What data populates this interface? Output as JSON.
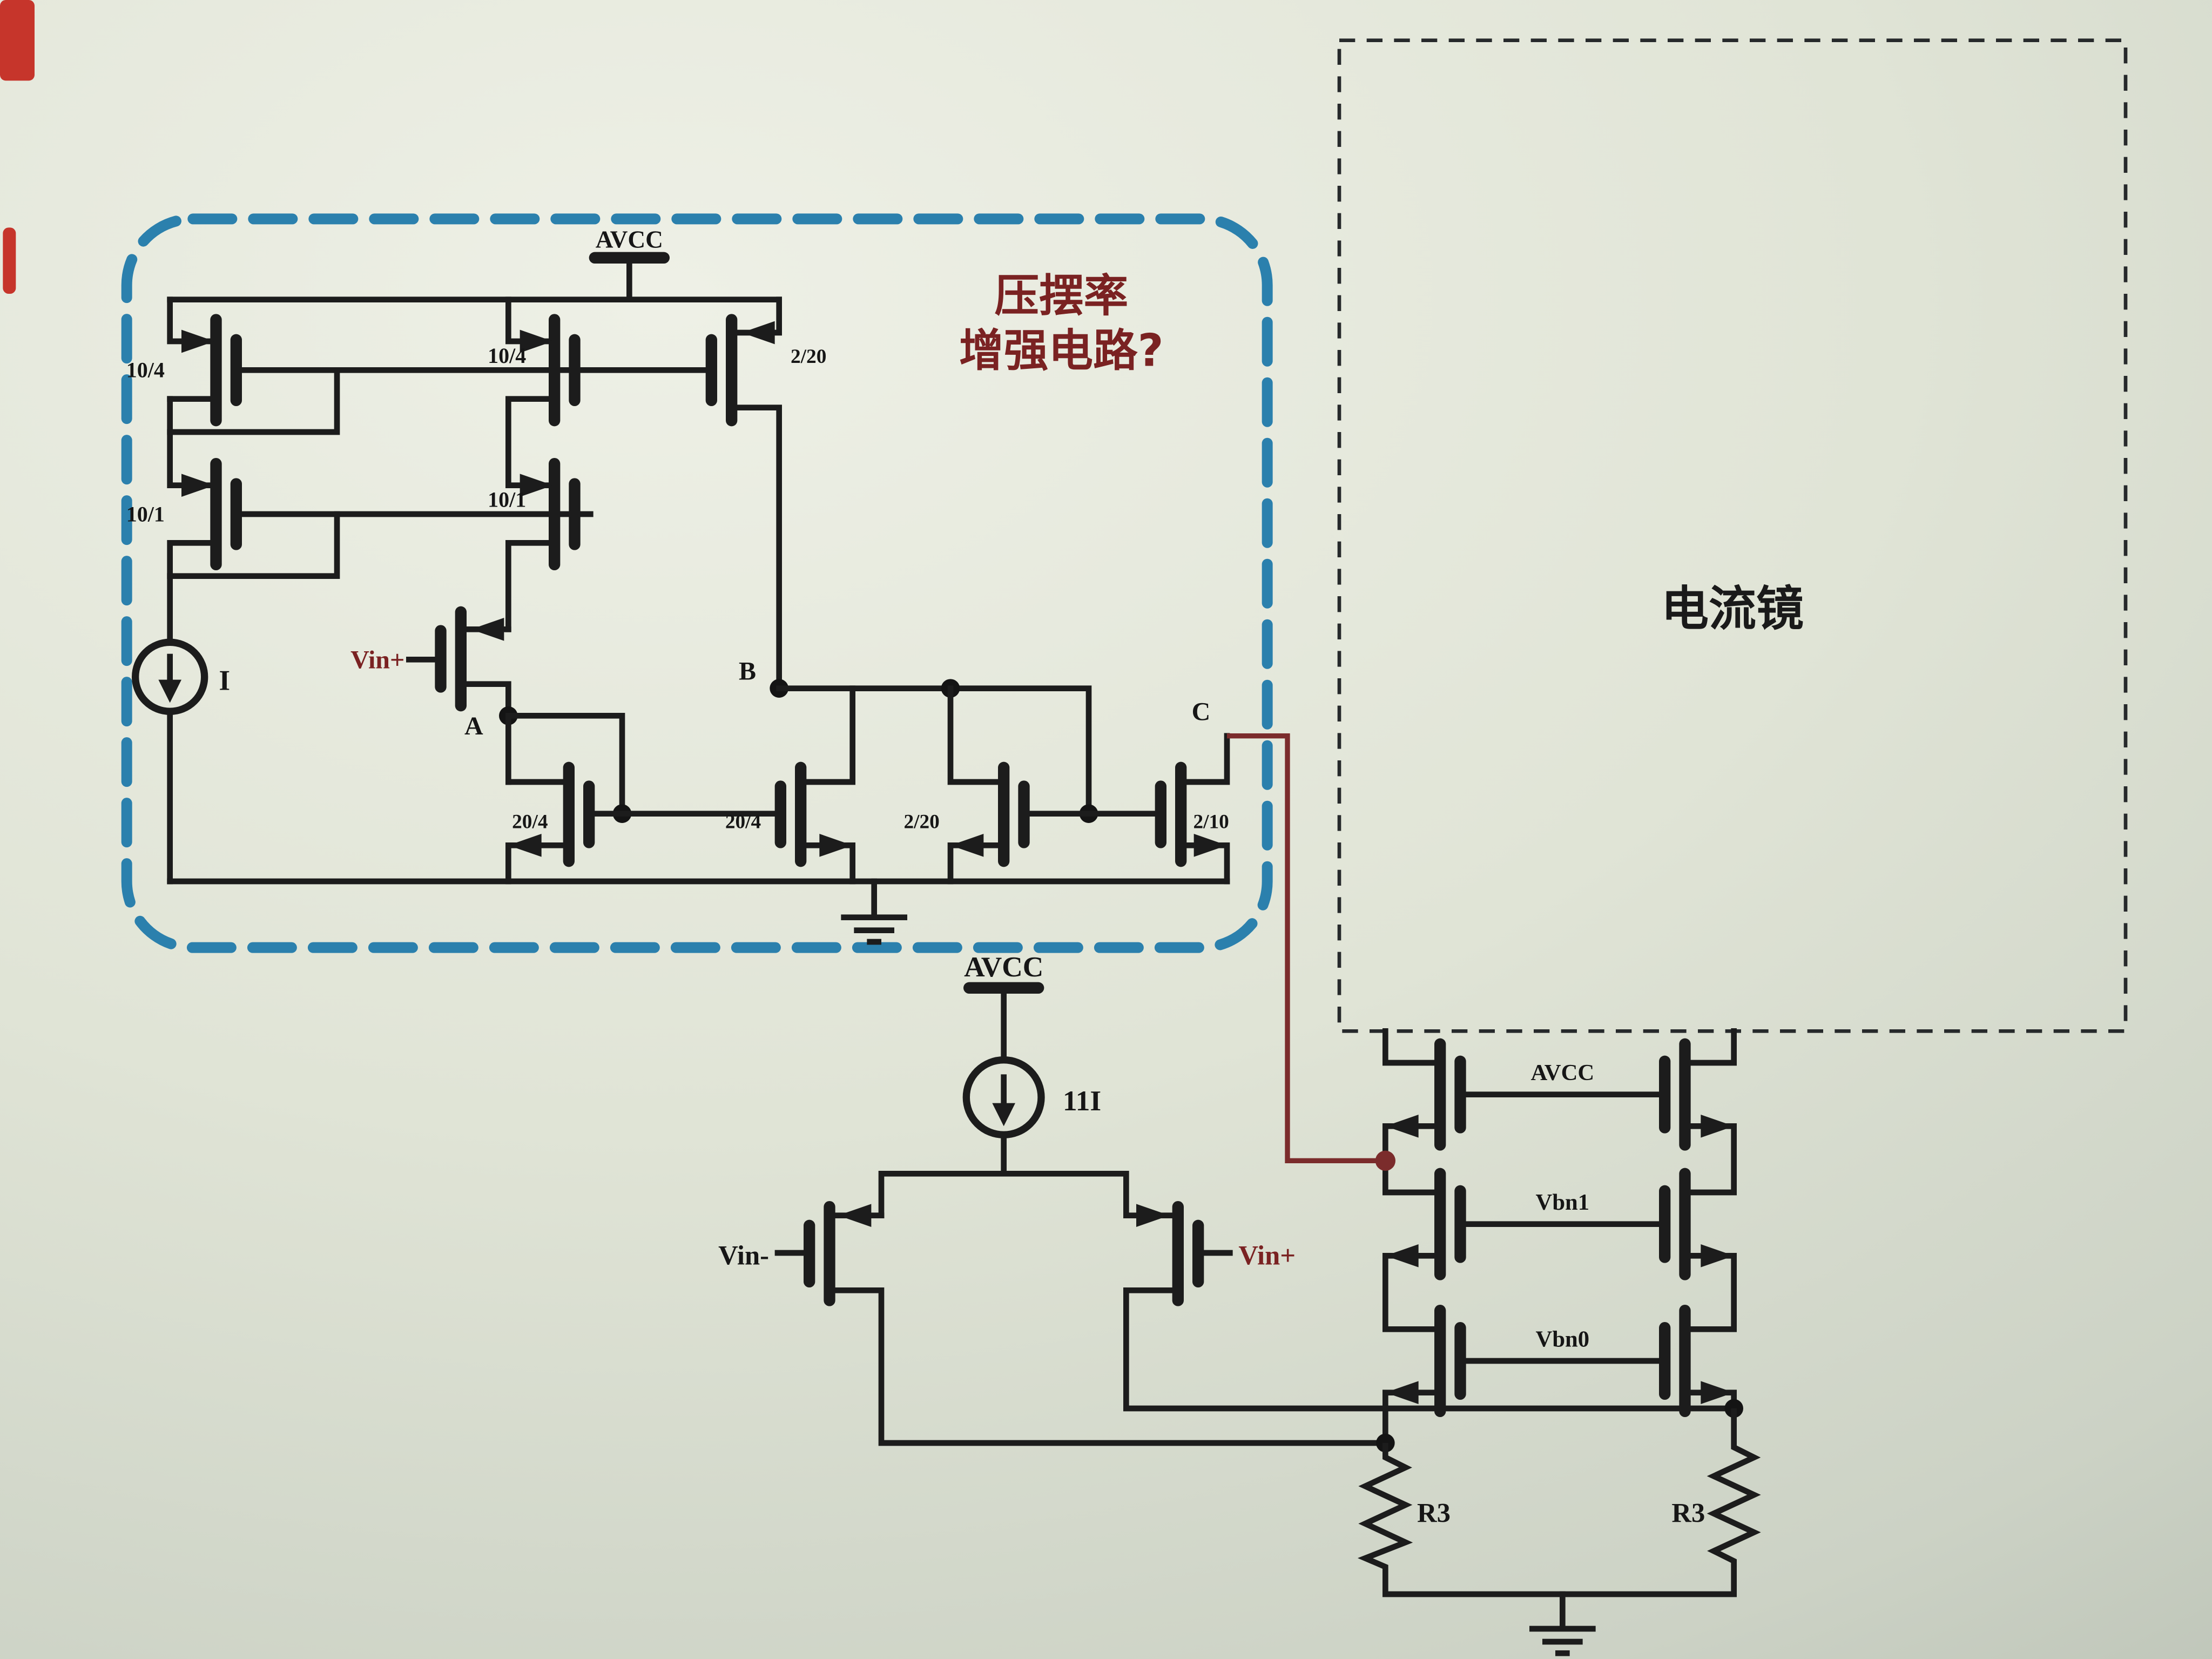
{
  "colors": {
    "wire": "#1c1c1c",
    "slew_box_border": "#2b80ad",
    "annotation_red": "#8b2424",
    "feedback_wire_red": "#7b2c2c"
  },
  "slew_box": {
    "title_line1": "压摆率",
    "title_line2": "增强电路?",
    "supply_label": "AVCC",
    "current_source_label": "I",
    "input_label": "Vin+",
    "node_a": "A",
    "node_b": "B",
    "node_c": "C",
    "devices": {
      "m_bias_top": "10/4",
      "m_bias_bottom": "10/1",
      "m_casc_top": "10/4",
      "m_casc_bottom": "10/1",
      "m_pmos_2_20": "2/20",
      "m_nmos_20_4_left": "20/4",
      "m_nmos_20_4_right": "20/4",
      "m_nmos_2_20": "2/20",
      "m_nmos_2_10": "2/10"
    }
  },
  "mirror_box": {
    "label": "电流镜"
  },
  "output_stage": {
    "supply_label": "AVCC",
    "tail_current_label": "11I",
    "vin_minus_label": "Vin-",
    "vin_plus_label": "Vin+",
    "gate_rails": {
      "row1": "AVCC",
      "row2": "Vbn1",
      "row3": "Vbn0"
    },
    "resistor_left_label": "R3",
    "resistor_right_label": "R3"
  }
}
